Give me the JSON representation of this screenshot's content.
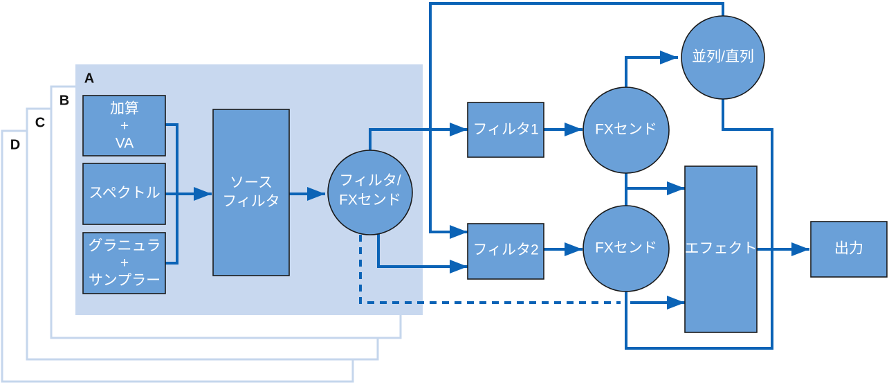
{
  "layers": [
    "A",
    "B",
    "C",
    "D"
  ],
  "sources": {
    "additive": [
      "加算",
      "+",
      "VA"
    ],
    "spectral": "スペクトル",
    "granular": [
      "グラニュラ",
      "+",
      "サンプラー"
    ]
  },
  "source_filter": [
    "ソース",
    "フィルタ"
  ],
  "filter_fx_send": [
    "フィルタ/",
    "FXセンド"
  ],
  "filter1": "フィルタ1",
  "filter2": "フィルタ2",
  "fx_send_1": "FXセンド",
  "fx_send_2": "FXセンド",
  "parallel_serial": "並列/直列",
  "effects": "エフェクト",
  "output": "出力",
  "colors": {
    "block_fill": "#6aa0d8",
    "wire": "#0b63b6",
    "layer_a_bg": "#c8d8ef",
    "layer_frame": "#c5d6ec"
  }
}
